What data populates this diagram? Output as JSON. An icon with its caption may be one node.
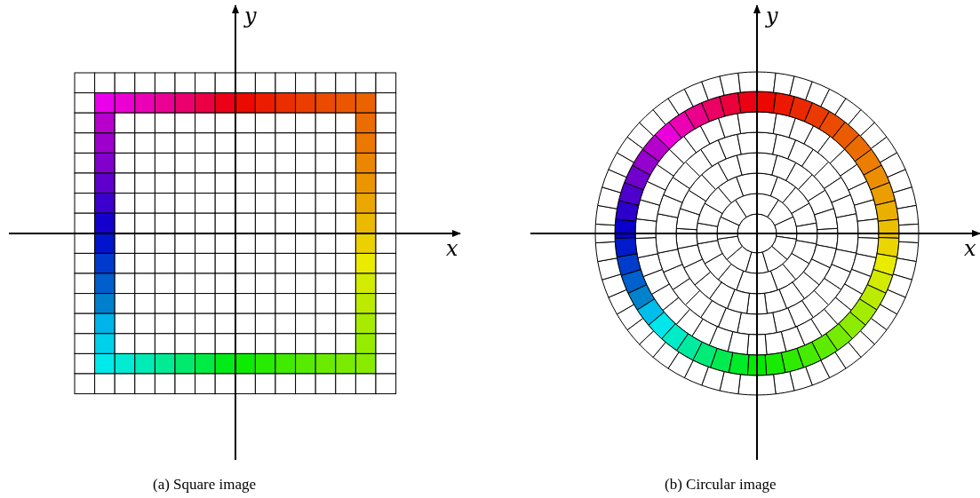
{
  "diagram": {
    "labels": [
      "y",
      "x",
      "(a) Square image",
      "y",
      "x",
      "(b) Circular image"
    ]
  }
}
